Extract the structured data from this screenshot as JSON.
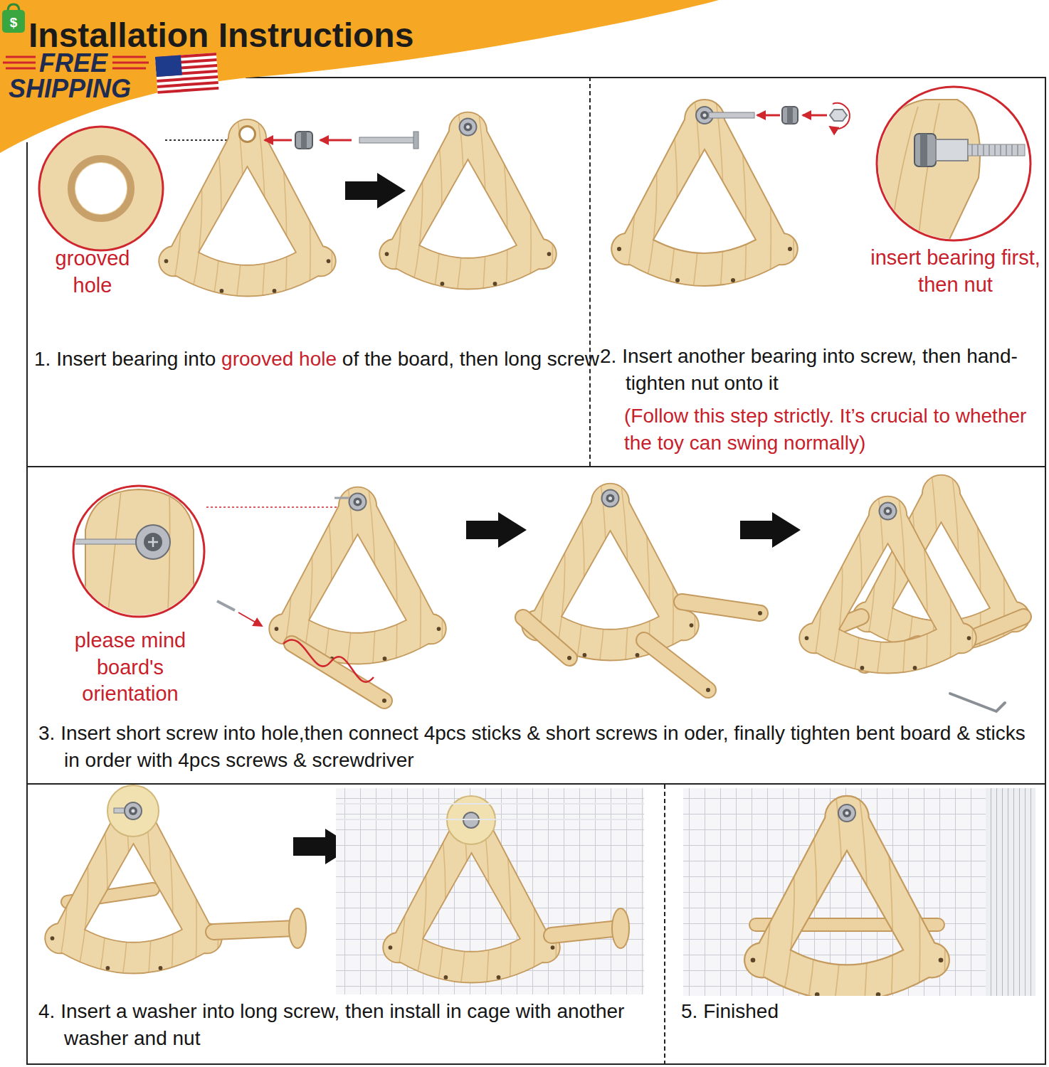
{
  "diagram": {
    "title": "Installation Instructions",
    "nodes": [
      {
        "text": [
          "1. Insert bearing into",
          "grooved hole",
          "of the board, then long screw"
        ]
      },
      {
        "text": [
          "2. Insert another bearing into screw, then hand-tighten nut onto it",
          "(Follow this step strictly. It’s crucial to whether the toy can swing normally)"
        ]
      },
      {
        "text": [
          "3. Insert short screw into hole,then connect 4pcs sticks & short screws in oder, finally tighten bent board & sticks in order with 4pcs screws & screwdriver"
        ]
      },
      {
        "text": [
          "4. Insert a washer into long screw, then install in cage with another washer and nut"
        ]
      },
      {
        "text": [
          "5. Finished"
        ]
      }
    ],
    "labels": [
      "$",
      "FREE",
      "SHIPPING",
      "grooved hole",
      "insert bearing first, then nut",
      "please mind board's orientation"
    ]
  }
}
